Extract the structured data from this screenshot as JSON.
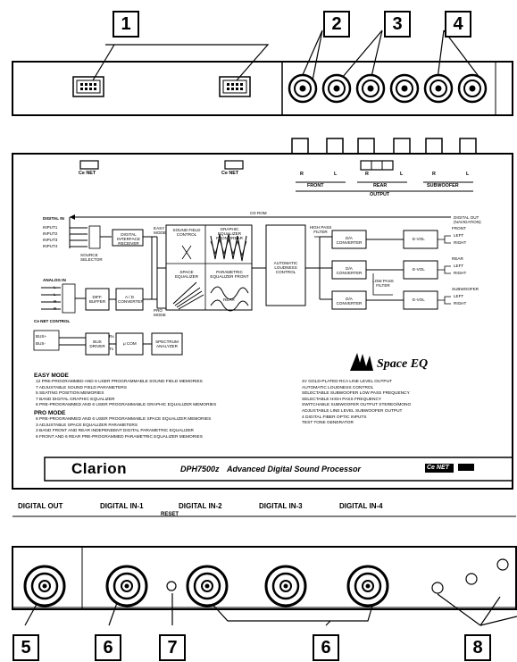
{
  "callouts": {
    "c1": "1",
    "c2": "2",
    "c3": "3",
    "c4": "4",
    "c5": "5",
    "c6a": "6",
    "c6b": "6",
    "c7": "7",
    "c8": "8"
  },
  "connectors": {
    "cenet1": "Ce NET",
    "cenet2": "Ce NET",
    "r1": "R",
    "l1": "L",
    "r2": "R",
    "l2": "L",
    "r3": "R",
    "l3": "L",
    "front": "FRONT",
    "rear": "REAR",
    "subwoofer": "SUBWOOFER",
    "output": "OUTPUT"
  },
  "block": {
    "digital_in": "DIGITAL IN",
    "inputs": [
      "INPUT1",
      "INPUT2",
      "INPUT3",
      "INPUT4"
    ],
    "source_selector": "SOURCE SELECTOR",
    "digital_interface_receiver": "DIGITAL INTERFACE RECEIVER",
    "easy_mode": "EASY MODE",
    "pro_mode": "PRO MODE",
    "sound_field_control": "SOUND FIELD CONTROL",
    "graphic_equalizer": "GRAPHIC EQUALIZER FRONT/REAR",
    "space_equalizer": "SPACE EQUALIZER",
    "parametric_equalizer": "PARAMETRIC EQUALIZER FRONT",
    "rear": "REAR",
    "cd_rom": "CD ROM",
    "digital_out": "DIGITAL OUT (NAVIGATION)",
    "high_pass": "HIGH PASS FILTER",
    "low_pass": "LOW PASS FILTER",
    "auto_loudness": "AUTOMATIC LOUDNESS CONTROL",
    "da": "D/A CONVERTER",
    "evol": "E-VOL",
    "front_out": "FRONT",
    "rear_out": "REAR",
    "sub_out": "SUBWOOFER",
    "left": "LEFT",
    "right": "RIGHT",
    "analog_in": "ANALOG IN",
    "analog_channels": [
      "L",
      "L",
      "R",
      "R"
    ],
    "diff_buffer": "DIFF. BUFFER",
    "ad": "A / D CONVERTER",
    "cenet_control": "Ce NET CONTROL",
    "bus_plus": "BUS+",
    "bus_minus": "BUS-",
    "bus_driver": "BUS DRIVER",
    "rx": "Rx",
    "tx": "Tx",
    "ucom": "μ COM",
    "spectrum": "SPECTRUM ANALYZER",
    "space_eq": "Space EQ"
  },
  "features": {
    "easy_title": "EASY MODE",
    "easy": [
      "12 PRE-PROGRAMMED AND 6 USER PROGRAMMABLE SOUND FIELD MEMORIES",
      "7 ADJUSTABLE SOUND FIELD PARAMETERS",
      "5 SEATING POSITION MEMORIES",
      "7 BAND DIGITAL GRAPHIC EQUALIZER",
      "6 PRE-PROGRAMMED AND 6 USER PROGRAMMABLE GRAPHIC EQUALIZER MEMORIES"
    ],
    "pro_title": "PRO MODE",
    "pro": [
      "6 PRE-PROGRAMMED AND 6 USER PROGRAMMABLE SPACE EQUALIZER MEMORIES",
      "3 ADJUSTABLE SPACE EQUALIZER PARAMETERS",
      "3 BAND FRONT AND REAR INDEPENDENT DIGITAL PARAMETRIC EQUALIZER",
      "6 FRONT AND 6 REAR PRE-PROGRAMMED PARAMETRIC EQUALIZER MEMORIES"
    ],
    "right": [
      "4V GOLD-PLATED RCA LINE LEVEL OUTPUT",
      "AUTOMATIC LOUDNESS CONTROL",
      "SELECTABLE SUBWOOFER LOW PASS FREQUENCY",
      "SELECTABLE HIGH PASS FREQUENCY",
      "SWITCHABLE SUBWOOFER OUTPUT STEREO/MONO",
      "ADJUSTABLE LINE LEVEL SUBWOOFER OUTPUT",
      "4 DIGITAL FIBER OPTIC INPUTS",
      "TEST TONE GENERATOR"
    ]
  },
  "banner": {
    "brand": "Clarion",
    "model": "DPH7500z",
    "desc": "Advanced Digital Sound Processor",
    "cenet": "Ce NET"
  },
  "bottom_labels": {
    "digital_out": "DIGITAL OUT",
    "in1": "DIGITAL IN-1",
    "in2": "DIGITAL IN-2",
    "in3": "DIGITAL IN-3",
    "in4": "DIGITAL IN-4",
    "reset": "RESET"
  }
}
